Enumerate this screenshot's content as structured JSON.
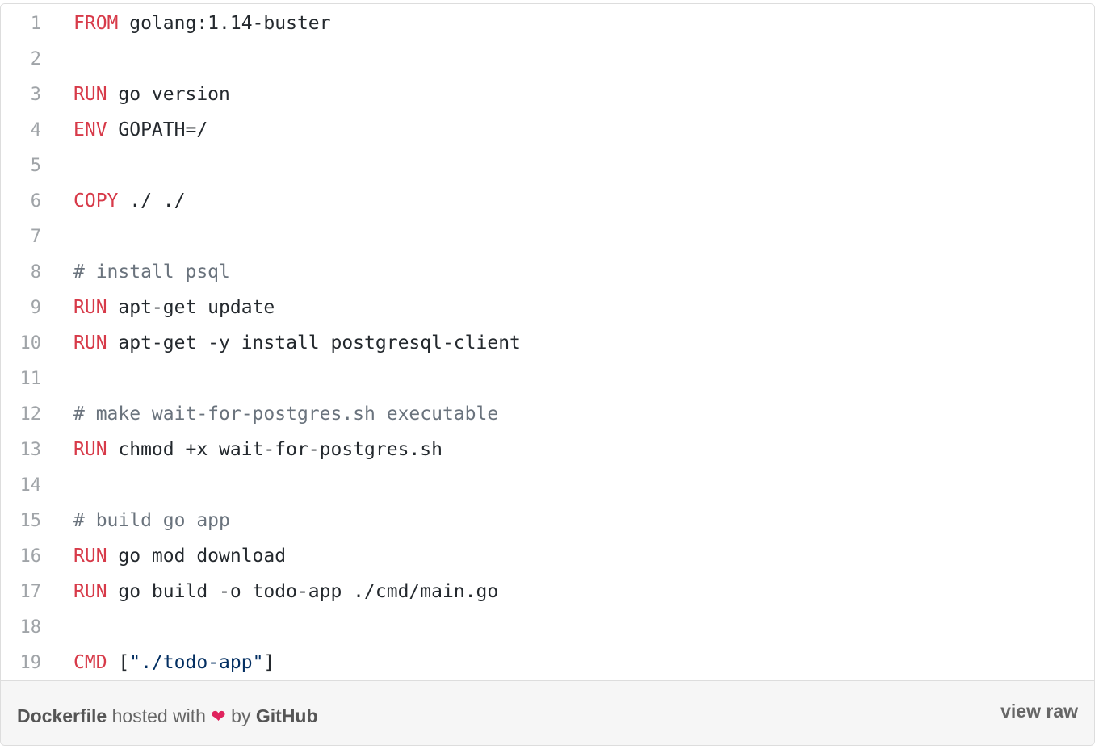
{
  "gist": {
    "lines": [
      {
        "num": "1",
        "kw": "FROM",
        "rest": " golang:1.14-buster",
        "comment": "",
        "str": "",
        "tail": ""
      },
      {
        "num": "2",
        "kw": "",
        "rest": "",
        "comment": "",
        "str": "",
        "tail": ""
      },
      {
        "num": "3",
        "kw": "RUN",
        "rest": " go version",
        "comment": "",
        "str": "",
        "tail": ""
      },
      {
        "num": "4",
        "kw": "ENV",
        "rest": " GOPATH=/",
        "comment": "",
        "str": "",
        "tail": ""
      },
      {
        "num": "5",
        "kw": "",
        "rest": "",
        "comment": "",
        "str": "",
        "tail": ""
      },
      {
        "num": "6",
        "kw": "COPY",
        "rest": " ./ ./",
        "comment": "",
        "str": "",
        "tail": ""
      },
      {
        "num": "7",
        "kw": "",
        "rest": "",
        "comment": "",
        "str": "",
        "tail": ""
      },
      {
        "num": "8",
        "kw": "",
        "rest": "",
        "comment": "# install psql",
        "str": "",
        "tail": ""
      },
      {
        "num": "9",
        "kw": "RUN",
        "rest": " apt-get update",
        "comment": "",
        "str": "",
        "tail": ""
      },
      {
        "num": "10",
        "kw": "RUN",
        "rest": " apt-get -y install postgresql-client",
        "comment": "",
        "str": "",
        "tail": ""
      },
      {
        "num": "11",
        "kw": "",
        "rest": "",
        "comment": "",
        "str": "",
        "tail": ""
      },
      {
        "num": "12",
        "kw": "",
        "rest": "",
        "comment": "# make wait-for-postgres.sh executable",
        "str": "",
        "tail": ""
      },
      {
        "num": "13",
        "kw": "RUN",
        "rest": " chmod +x wait-for-postgres.sh",
        "comment": "",
        "str": "",
        "tail": ""
      },
      {
        "num": "14",
        "kw": "",
        "rest": "",
        "comment": "",
        "str": "",
        "tail": ""
      },
      {
        "num": "15",
        "kw": "",
        "rest": "",
        "comment": "# build go app",
        "str": "",
        "tail": ""
      },
      {
        "num": "16",
        "kw": "RUN",
        "rest": " go mod download",
        "comment": "",
        "str": "",
        "tail": ""
      },
      {
        "num": "17",
        "kw": "RUN",
        "rest": " go build -o todo-app ./cmd/main.go",
        "comment": "",
        "str": "",
        "tail": ""
      },
      {
        "num": "18",
        "kw": "",
        "rest": "",
        "comment": "",
        "str": "",
        "tail": ""
      },
      {
        "num": "19",
        "kw": "CMD",
        "rest": " [",
        "comment": "",
        "str": "\"./todo-app\"",
        "tail": "]"
      }
    ]
  },
  "footer": {
    "filename": "Dockerfile",
    "hosted_with": " hosted with ",
    "heart": "❤",
    "by": " by ",
    "host": "GitHub",
    "view_raw": "view raw"
  },
  "colors": {
    "keyword": "#d73a49",
    "comment": "#6a737d",
    "string": "#032f62",
    "line_number": "#a0a4a8"
  },
  "icons": {
    "heart": "heart-icon"
  }
}
